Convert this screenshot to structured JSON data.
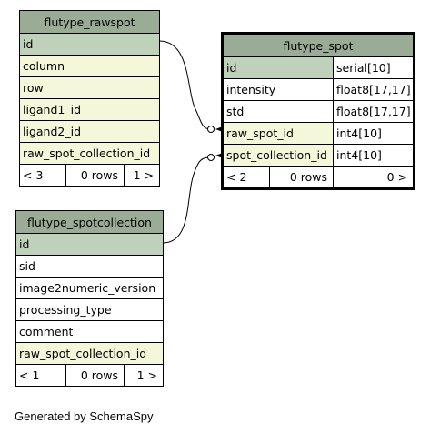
{
  "tables": {
    "rawspot": {
      "name": "flutype_rawspot",
      "columns": [
        "id",
        "column",
        "row",
        "ligand1_id",
        "ligand2_id",
        "raw_spot_collection_id"
      ],
      "footer": {
        "parents": "< 3",
        "rows": "0 rows",
        "children": "1 >"
      }
    },
    "spot": {
      "name": "flutype_spot",
      "columns": [
        {
          "name": "id",
          "type": "serial[10]"
        },
        {
          "name": "intensity",
          "type": "float8[17,17]"
        },
        {
          "name": "std",
          "type": "float8[17,17]"
        },
        {
          "name": "raw_spot_id",
          "type": "int4[10]"
        },
        {
          "name": "spot_collection_id",
          "type": "int4[10]"
        }
      ],
      "footer": {
        "parents": "< 2",
        "rows": "0 rows",
        "children": "0 >"
      }
    },
    "spotcollection": {
      "name": "flutype_spotcollection",
      "columns": [
        "id",
        "sid",
        "image2numeric_version",
        "processing_type",
        "comment",
        "raw_spot_collection_id"
      ],
      "footer": {
        "parents": "< 1",
        "rows": "0 rows",
        "children": "1 >"
      }
    }
  },
  "generated_by": "Generated by SchemaSpy",
  "colors": {
    "title_bg": "#9aab96",
    "pk_bg": "#bfd1bb",
    "fk_bg": "#f4f7da",
    "plain_bg": "#ffffff"
  }
}
